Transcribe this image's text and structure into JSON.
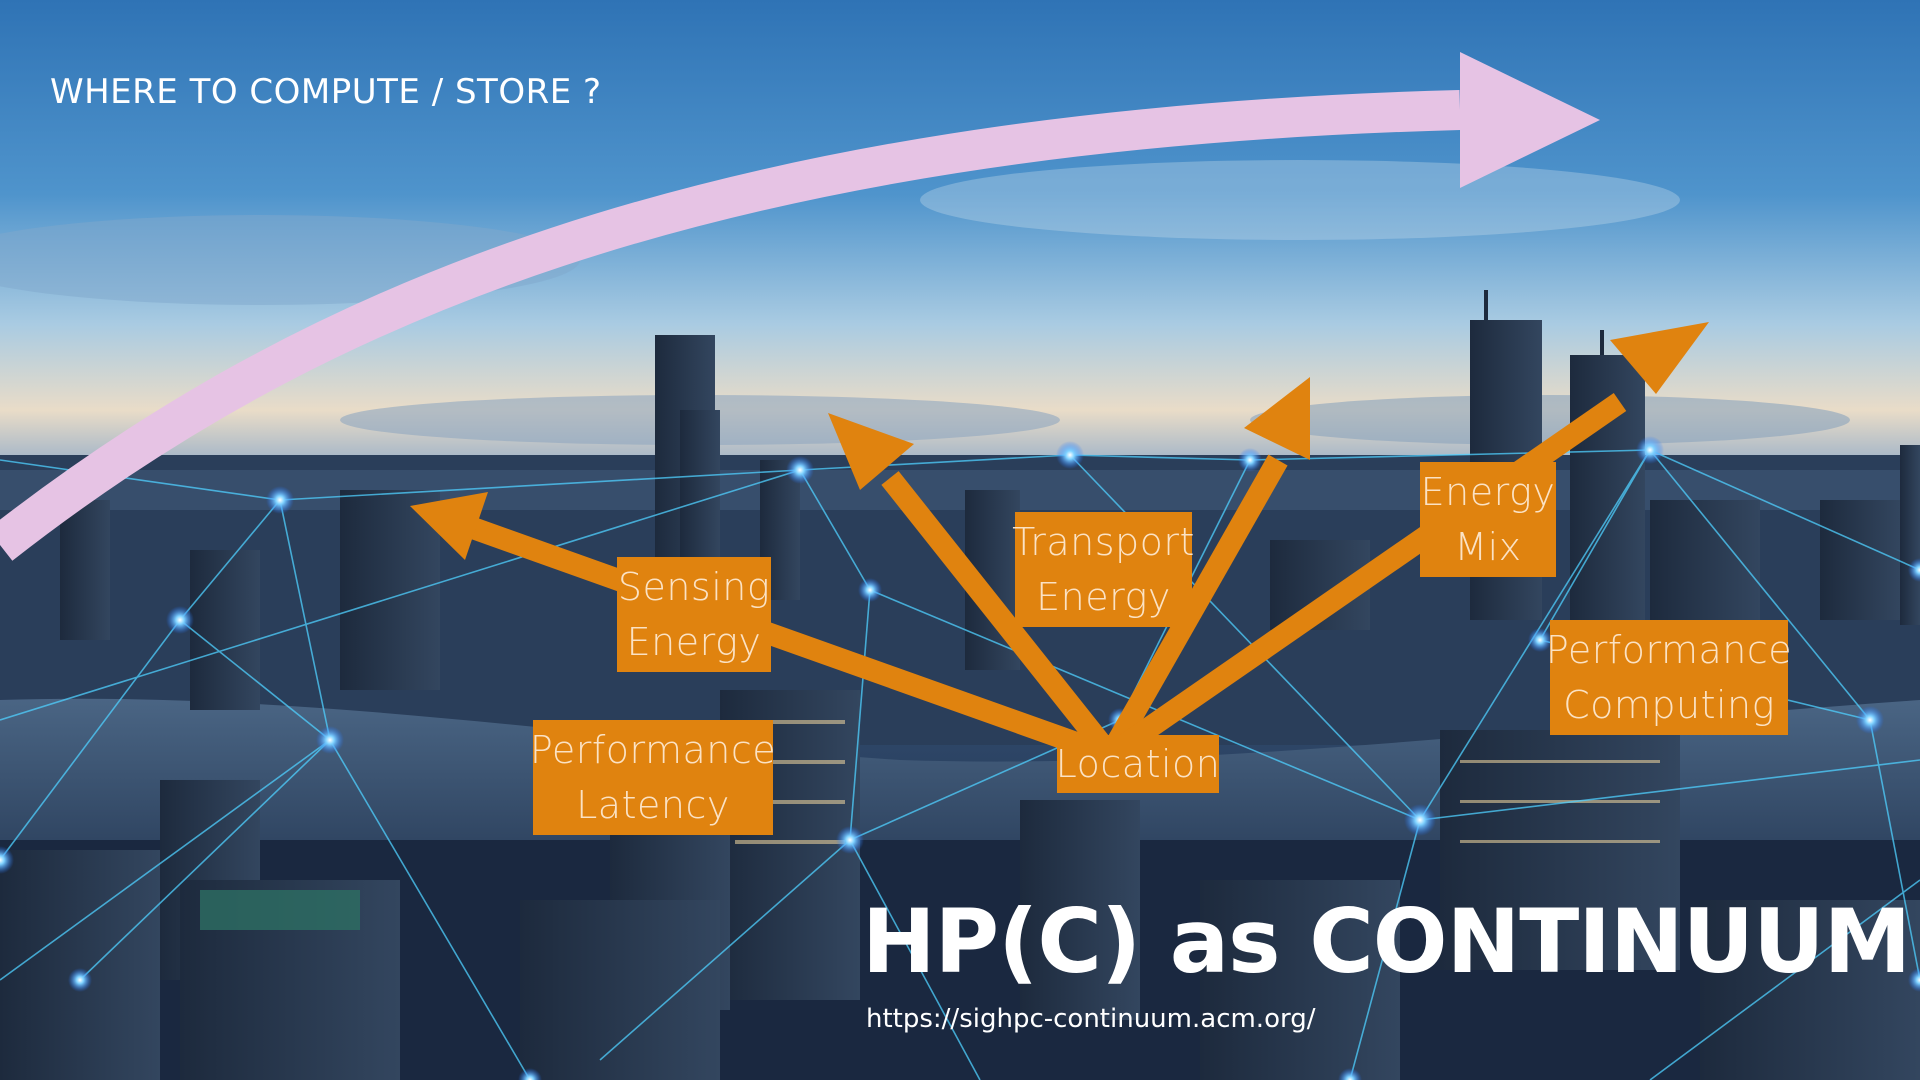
{
  "slide": {
    "question": "WHERE TO COMPUTE / STORE ?",
    "title": "HP(C) as CONTINUUM",
    "url": "https://sighpc-continuum.acm.org/",
    "boxes": {
      "sensing": [
        "Sensing",
        "Energy"
      ],
      "transport": [
        "Transport",
        "Energy"
      ],
      "energy_mix": [
        "Energy",
        "Mix"
      ],
      "perf_latency": [
        "Performance",
        "Latency"
      ],
      "perf_computing": [
        "Performance",
        "Computing"
      ],
      "location": [
        "Location"
      ]
    }
  },
  "colors": {
    "accent_orange": "#e0830f",
    "box_text": "#fbe2c4",
    "arc_arrow": "#e6c3e4",
    "network_glow": "#3aa0ff",
    "text_white": "#ffffff"
  },
  "icons": {
    "arc_arrow": "curved-arrow-icon",
    "radial_arrows": "arrow-icon"
  }
}
